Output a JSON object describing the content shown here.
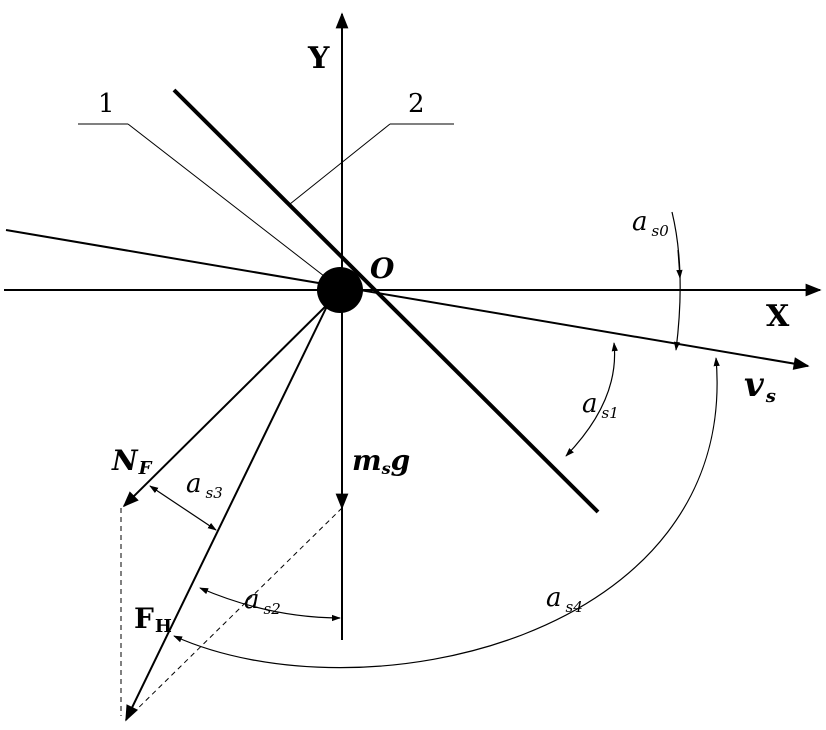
{
  "labels": {
    "y_axis": "Y",
    "x_axis": "X",
    "origin": "O",
    "part_1": "1",
    "part_2": "2",
    "alpha_s0": {
      "main": "a",
      "sub": "s0"
    },
    "alpha_s1": {
      "main": "a",
      "sub": "s1"
    },
    "alpha_s2": {
      "main": "a",
      "sub": "s2"
    },
    "alpha_s3": {
      "main": "a",
      "sub": "s3"
    },
    "alpha_s4": {
      "main": "a",
      "sub": "s4"
    },
    "velocity": {
      "main": "v",
      "sub": "s"
    },
    "normal_force": {
      "main": "N",
      "sub": "F"
    },
    "gravity": {
      "pre": "m",
      "sub": "s",
      "post": "g"
    },
    "resultant_force": {
      "main": "F",
      "sub": "H"
    }
  }
}
